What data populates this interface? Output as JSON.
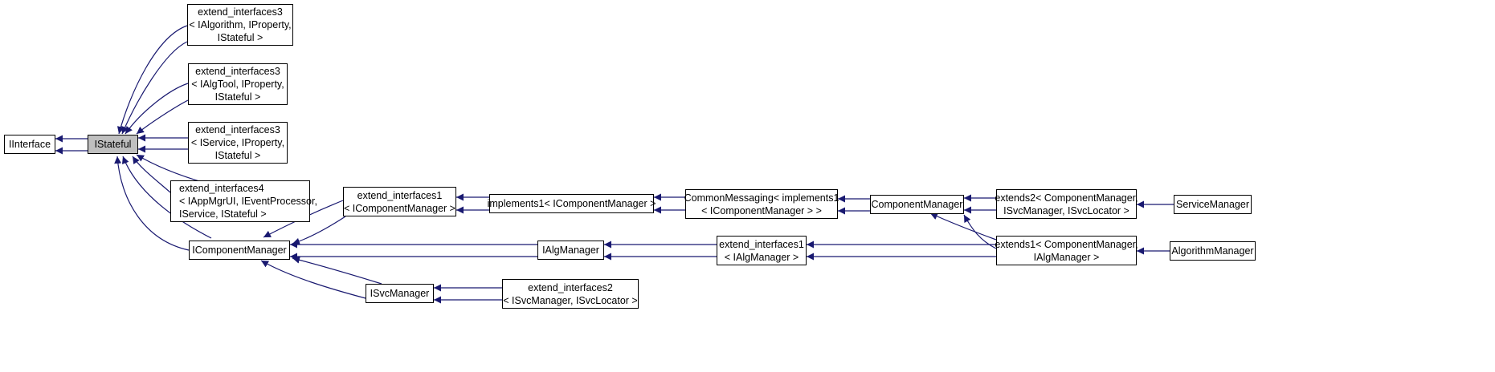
{
  "colors": {
    "edge": "#191970",
    "highlight": "#bfbfbf",
    "border": "#000000",
    "background": "#ffffff"
  },
  "nodes": {
    "IInterface": {
      "lines": [
        "IInterface"
      ]
    },
    "IStateful": {
      "lines": [
        "IStateful"
      ]
    },
    "ext3_alg": {
      "lines": [
        "extend_interfaces3",
        "< IAlgorithm, IProperty,",
        "IStateful >"
      ]
    },
    "ext3_tool": {
      "lines": [
        "extend_interfaces3",
        "< IAlgTool, IProperty,",
        "IStateful >"
      ]
    },
    "ext3_svc": {
      "lines": [
        "extend_interfaces3",
        "< IService, IProperty,",
        "IStateful >"
      ]
    },
    "ext4": {
      "lines": [
        "extend_interfaces4",
        "< IAppMgrUI, IEventProcessor,",
        "IService, IStateful >"
      ]
    },
    "IComponentManager": {
      "lines": [
        "IComponentManager"
      ]
    },
    "ext1_comp": {
      "lines": [
        "extend_interfaces1",
        "< IComponentManager >"
      ]
    },
    "impl1": {
      "lines": [
        "implements1< IComponentManager >"
      ]
    },
    "commonMsg": {
      "lines": [
        "CommonMessaging< implements1",
        "< IComponentManager > >"
      ]
    },
    "ComponentManager": {
      "lines": [
        "ComponentManager"
      ]
    },
    "extends2": {
      "lines": [
        "extends2< ComponentManager,",
        "ISvcManager, ISvcLocator >"
      ]
    },
    "ServiceManager": {
      "lines": [
        "ServiceManager"
      ]
    },
    "IAlgManager": {
      "lines": [
        "IAlgManager"
      ]
    },
    "ext1_alg": {
      "lines": [
        "extend_interfaces1",
        "< IAlgManager >"
      ]
    },
    "extends1": {
      "lines": [
        "extends1< ComponentManager,",
        "IAlgManager >"
      ]
    },
    "AlgorithmManager": {
      "lines": [
        "AlgorithmManager"
      ]
    },
    "ISvcManager": {
      "lines": [
        "ISvcManager"
      ]
    },
    "ext2": {
      "lines": [
        "extend_interfaces2",
        "< ISvcManager, ISvcLocator >"
      ]
    }
  }
}
